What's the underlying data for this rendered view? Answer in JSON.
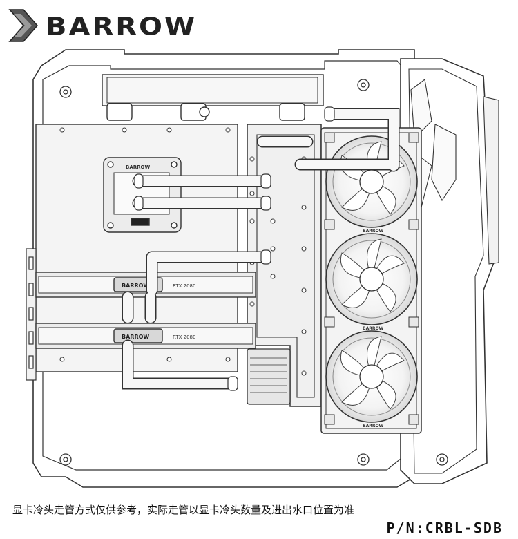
{
  "header": {
    "brand": "BARROW",
    "logo_icon": "barrow-chevron-logo-icon"
  },
  "diagram": {
    "cpu_block_label": "BARROW",
    "gpu_top_brand": "BARROW",
    "gpu_top_model": "RTX 2080",
    "gpu_bottom_brand": "BARROW",
    "gpu_bottom_model": "RTX 2080",
    "fan_labels": [
      "BARROW",
      "BARROW",
      "BARROW"
    ]
  },
  "footer": {
    "note": "显卡冷头走管方式仅供参考，实际走管以显卡冷头数量及进出水口位置为准",
    "part_number": "P/N:CRBL-SDB"
  },
  "colors": {
    "line": "#333333",
    "panel": "#f4f4f4",
    "tube": "#f7f7f7",
    "background": "#ffffff"
  }
}
